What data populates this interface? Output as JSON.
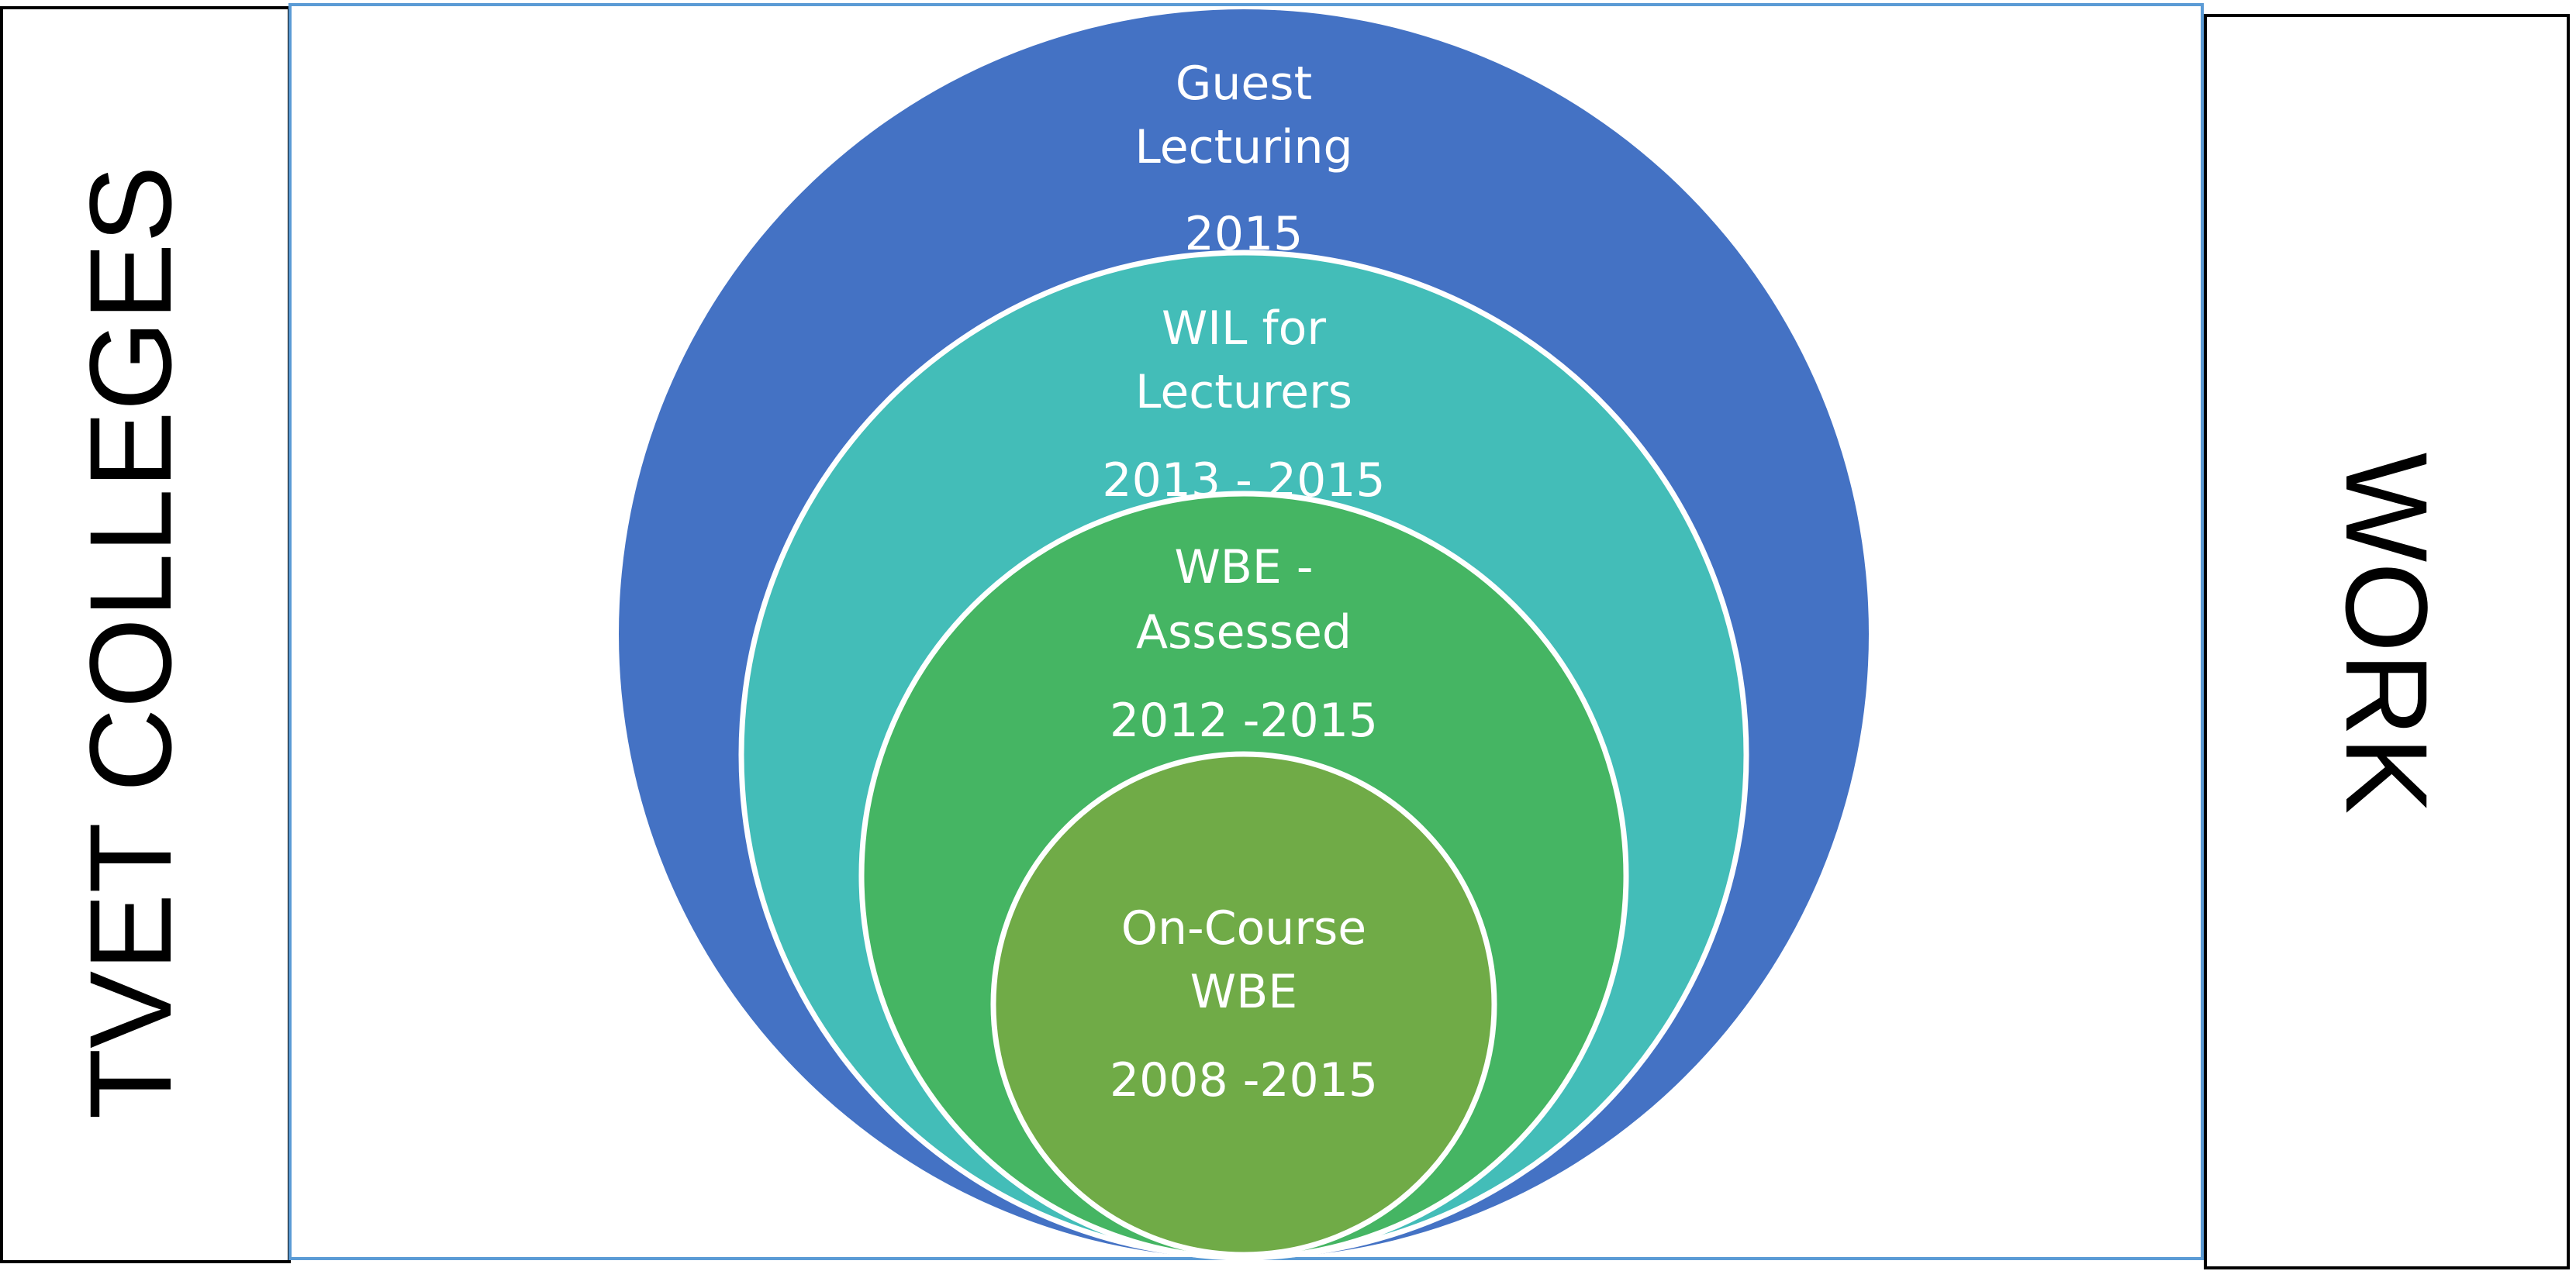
{
  "left_panel": {
    "label": "TVET COLLEGES"
  },
  "right_panel": {
    "label": "WORK"
  },
  "rings": [
    {
      "title_line1": "Guest",
      "title_line2": "Lecturing",
      "years": "2015",
      "color": "#4472c4"
    },
    {
      "title_line1": "WIL for",
      "title_line2": "Lecturers",
      "years": "2013 - 2015",
      "color": "#43bdb8"
    },
    {
      "title_line1": "WBE -",
      "title_line2": "Assessed",
      "years": "2012 -2015",
      "color": "#45b563"
    },
    {
      "title_line1": "On-Course",
      "title_line2": "WBE",
      "years": "2008 -2015",
      "color": "#70ab47"
    }
  ],
  "colors": {
    "frame_border": "#5b9bd5",
    "ring_outline": "#ffffff",
    "side_border": "#000000"
  }
}
